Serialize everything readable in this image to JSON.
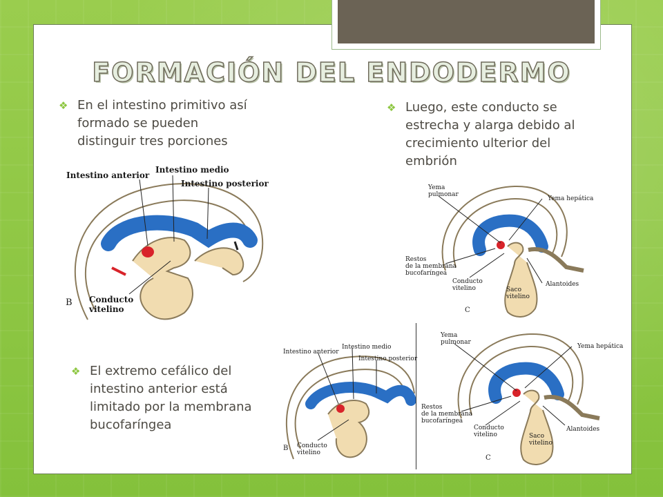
{
  "title": "FORMACIÓN DEL ENDODERMO",
  "bullets": [
    "En el intestino primitivo así formado se pueden distinguir tres porciones",
    "Luego, este conducto se estrecha y alarga debido al crecimiento ulterior del embrión",
    "El extremo cefálico del intestino anterior está limitado por la membrana bucofaríngea"
  ],
  "figure_b": {
    "panel": "B",
    "labels": {
      "anterior": "Intestino anterior",
      "medio": "Intestino medio",
      "posterior": "Intestino posterior",
      "conducto_1": "Conducto",
      "conducto_2": "vitelino"
    }
  },
  "figure_c": {
    "panel": "C",
    "labels": {
      "yema_pulmonar_1": "Yema",
      "yema_pulmonar_2": "pulmonar",
      "yema_hepatica": "Yema hepática",
      "restos_1": "Restos",
      "restos_2": "de la membrana",
      "restos_3": "bucofaríngea",
      "conducto_1": "Conducto",
      "conducto_2": "vitelino",
      "saco_1": "Saco",
      "saco_2": "vitelino",
      "alantoides": "Alantoides"
    }
  },
  "colors": {
    "background": "#8cc63f",
    "bullet_mark": "#8cc63f",
    "endoderm_blue": "#2a6fc4",
    "tissue_beige": "#f1dcb0",
    "mouth_red": "#d8232a"
  }
}
